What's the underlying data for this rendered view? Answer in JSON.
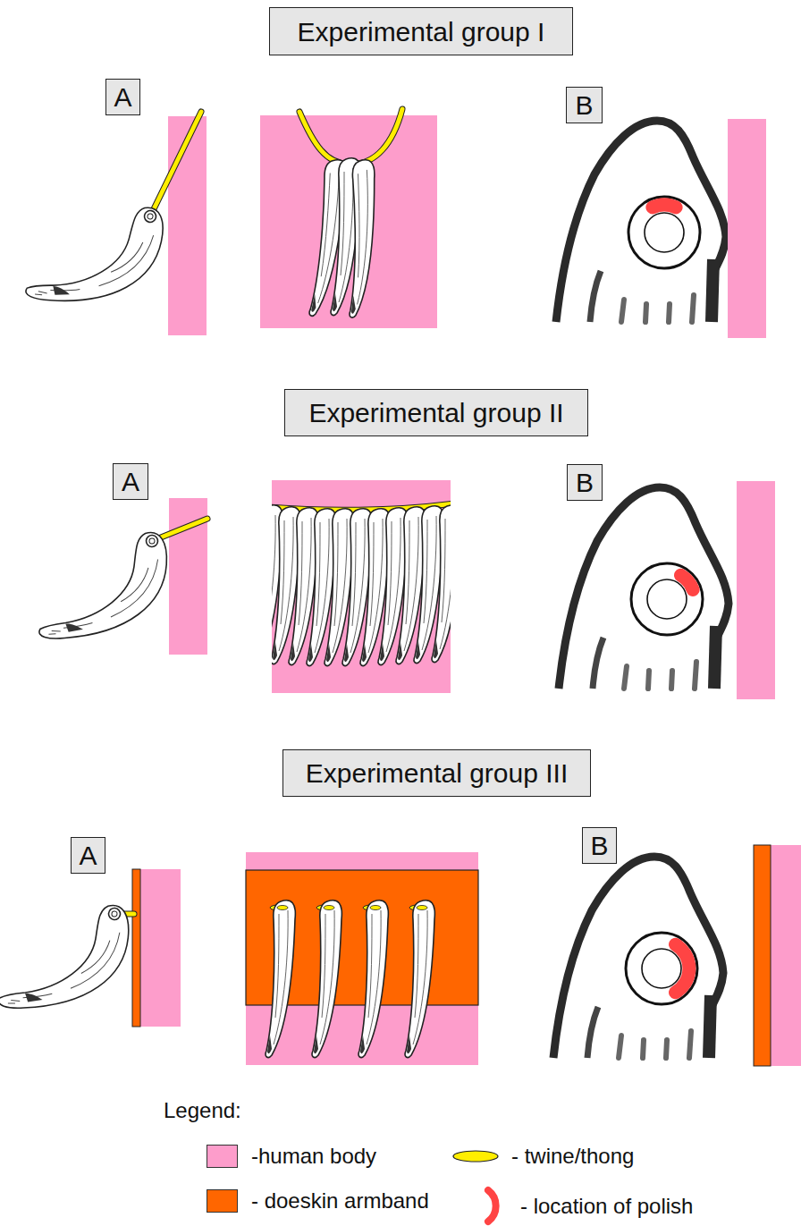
{
  "diagram": {
    "nodes": [
      {
        "text": [
          "Experimental group I"
        ]
      },
      {
        "text": [
          "A"
        ]
      },
      {
        "text": [
          "B"
        ]
      },
      {
        "text": [
          "Experimental group II"
        ]
      },
      {
        "text": [
          "A"
        ]
      },
      {
        "text": [
          "B"
        ]
      },
      {
        "text": [
          "Experimental group III"
        ]
      },
      {
        "text": [
          "A"
        ]
      },
      {
        "text": [
          "B"
        ]
      }
    ],
    "labels": [
      "Legend:"
    ],
    "legend": [
      {
        "text": "-human body",
        "color": "#fd9dcb"
      },
      {
        "text": "- doeskin armband",
        "color": "#ff6600"
      },
      {
        "text": "- twine/thong"
      },
      {
        "text": "- location of polish"
      }
    ]
  }
}
